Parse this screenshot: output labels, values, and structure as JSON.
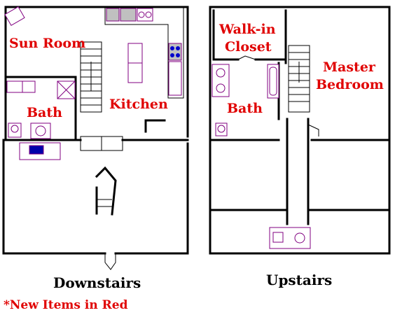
{
  "colors": {
    "new_item": "#e00000",
    "fixture": "#800080",
    "wall": "#000000"
  },
  "downstairs": {
    "caption": "Downstairs",
    "rooms": {
      "sun_room": "Sun Room",
      "kitchen": "Kitchen",
      "bath": "Bath"
    }
  },
  "upstairs": {
    "caption": "Upstairs",
    "rooms": {
      "walkin_line1": "Walk-in",
      "walkin_line2": "Closet",
      "master_line1": "Master",
      "master_line2": "Bedroom",
      "bath": "Bath"
    }
  },
  "legend": {
    "note": "*New Items in Red"
  }
}
